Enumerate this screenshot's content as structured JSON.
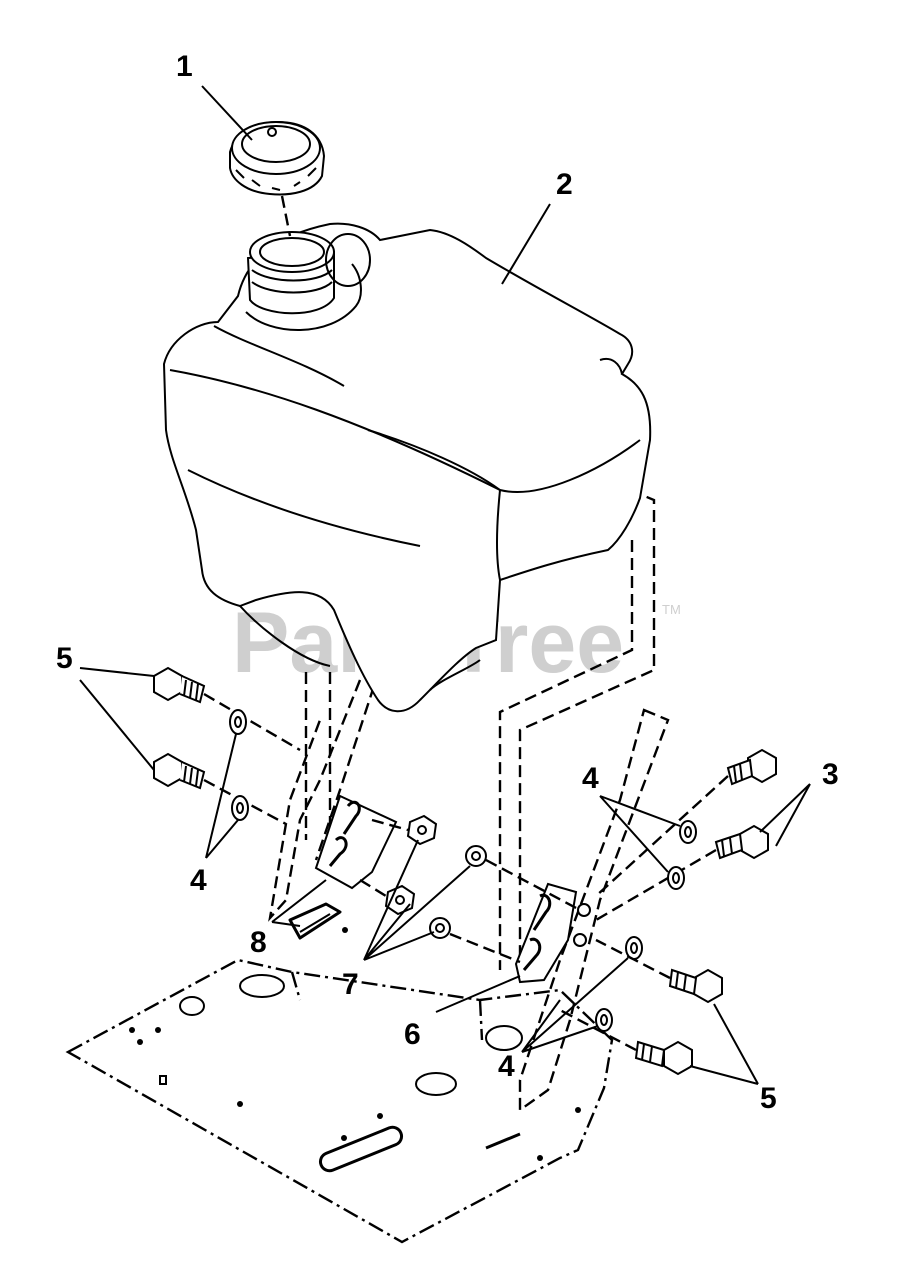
{
  "watermark": {
    "text": "PartsTree",
    "tm": "TM"
  },
  "callouts": [
    {
      "id": "1",
      "label": "1"
    },
    {
      "id": "2",
      "label": "2"
    },
    {
      "id": "3",
      "label": "3"
    },
    {
      "id": "4a",
      "label": "4"
    },
    {
      "id": "4b",
      "label": "4"
    },
    {
      "id": "4c",
      "label": "4"
    },
    {
      "id": "5a",
      "label": "5"
    },
    {
      "id": "5b",
      "label": "5"
    },
    {
      "id": "6",
      "label": "6"
    },
    {
      "id": "7",
      "label": "7"
    },
    {
      "id": "8",
      "label": "8"
    }
  ]
}
